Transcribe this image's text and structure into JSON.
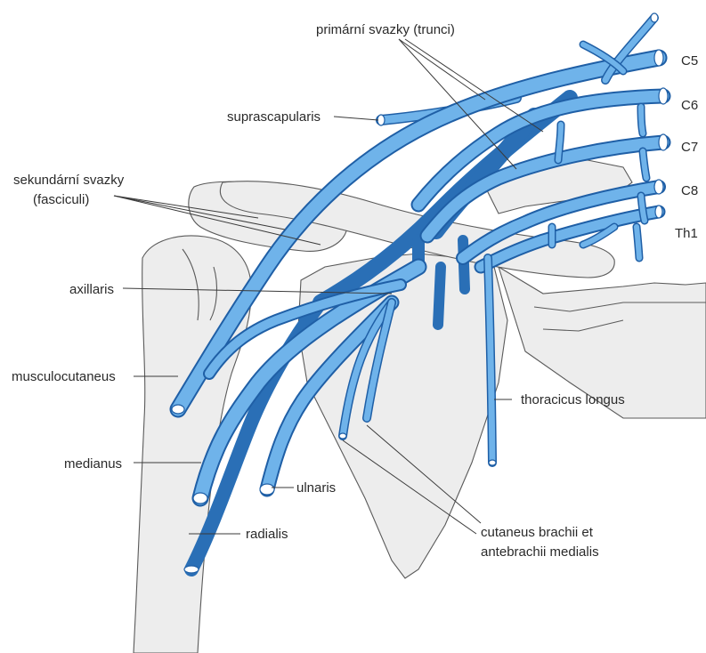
{
  "labels": {
    "trunci": "primární svazky (trunci)",
    "c5": "C5",
    "c6": "C6",
    "c7": "C7",
    "c8": "C8",
    "th1": "Th1",
    "suprascapularis": "suprascapularis",
    "fasciculi_line1": "sekundární svazky",
    "fasciculi_line2": "(fasciculi)",
    "axillaris": "axillaris",
    "musculocutaneus": "musculocutaneus",
    "medianus": "medianus",
    "ulnaris": "ulnaris",
    "radialis": "radialis",
    "thoracicus_longus": "thoracicus longus",
    "cutaneus_line1": "cutaneus brachii et",
    "cutaneus_line2": "antebrachii medialis"
  },
  "colors": {
    "nerve_light": "#6fb3ea",
    "nerve_outline": "#1f5fa6",
    "bone_fill": "#ededed",
    "text": "#2a2a2a"
  }
}
